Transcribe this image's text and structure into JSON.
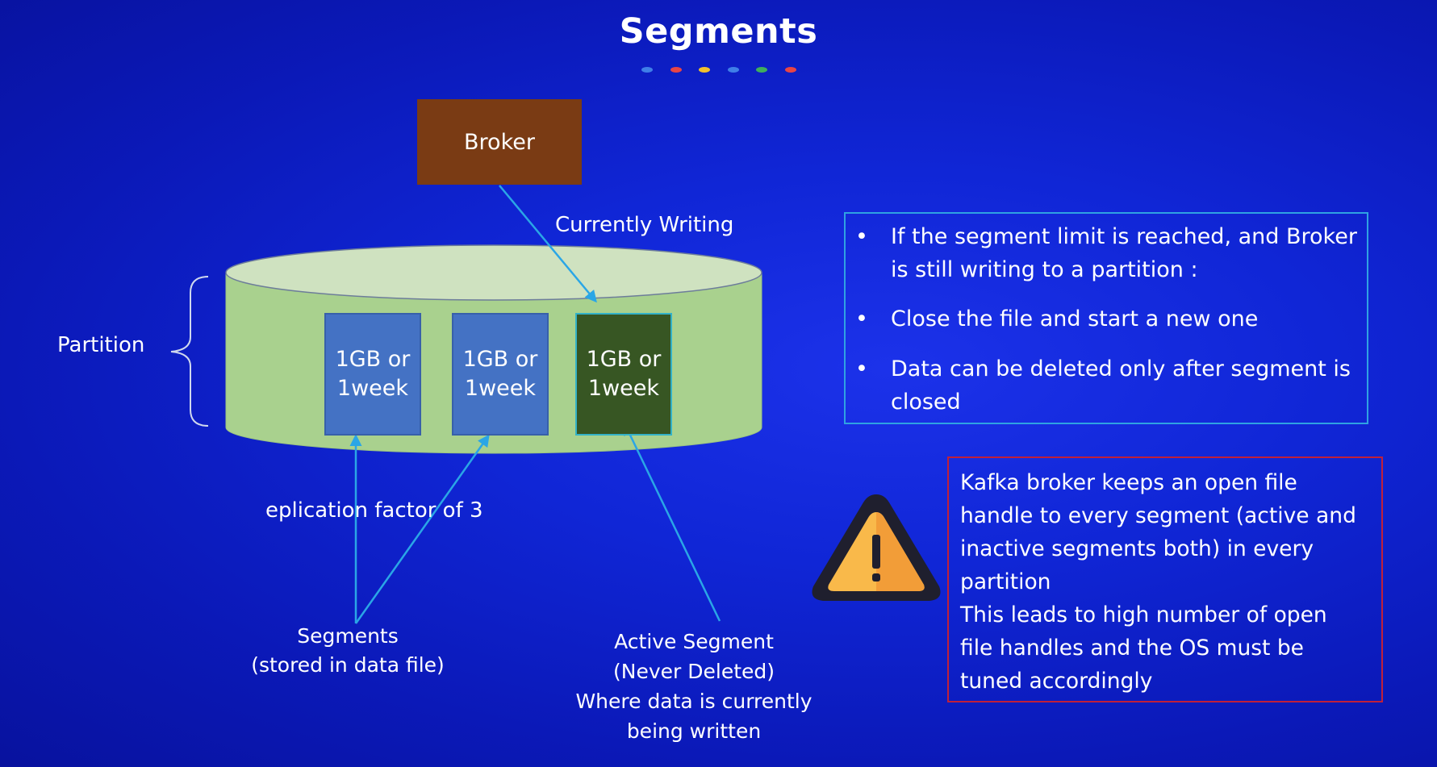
{
  "slide": {
    "title": "Segments",
    "accent_dots": [
      "#3f7fe8",
      "#e84545",
      "#f2c12e",
      "#3f7fe8",
      "#3fae5c",
      "#e84545"
    ]
  },
  "diagram": {
    "broker_label": "Broker",
    "currently_writing_label": "Currently Writing",
    "partition_label": "Partition",
    "segment_boxes": [
      {
        "text": "1GB or\n1week",
        "state": "closed",
        "color": "#4472c4"
      },
      {
        "text": "1GB or\n1week",
        "state": "closed",
        "color": "#4472c4"
      },
      {
        "text": "1GB or\n1week",
        "state": "active",
        "color": "#375623"
      }
    ],
    "replication_label": "eplication factor of 3",
    "segments_caption": [
      "Segments",
      "(stored in data file)"
    ],
    "active_caption": [
      "Active Segment",
      "(Never Deleted)",
      "Where data is currently",
      "being written"
    ],
    "colors": {
      "broker": "#7a3b14",
      "partition_cylinder": "#a9d18e",
      "arrows": "#2aa6e6"
    }
  },
  "info_box": {
    "items": [
      "If the segment limit is reached, and Broker is still writing to a partition :",
      "Close the file and start a new one",
      "Data can be deleted only after segment is closed"
    ],
    "bullet": "•"
  },
  "warning": {
    "icon": "warning-triangle-icon",
    "lines": [
      "Kafka broker keeps an open file",
      "handle to every segment (active and",
      "inactive segments both) in every",
      "partition",
      "This leads to high number of open",
      "file handles and the OS must be",
      "tuned accordingly"
    ]
  }
}
